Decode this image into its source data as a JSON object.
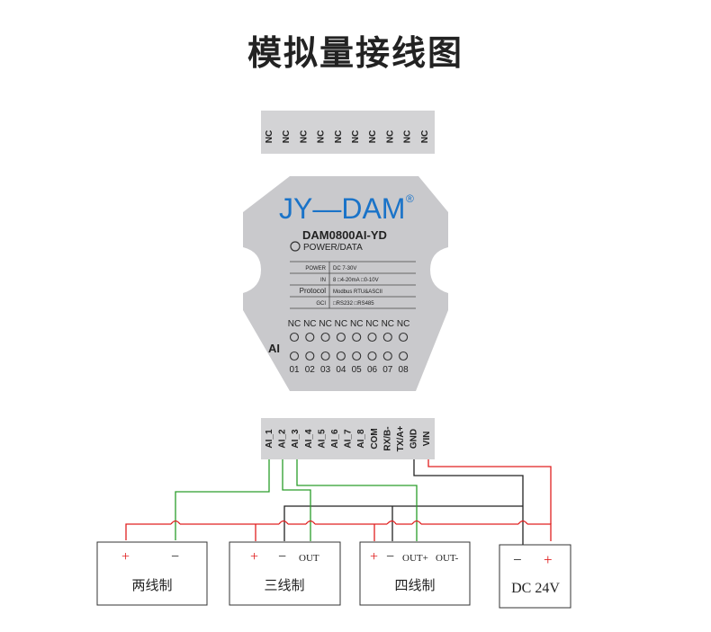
{
  "title": "模拟量接线图",
  "top_terminal": {
    "labels": [
      "NC",
      "NC",
      "NC",
      "NC",
      "NC",
      "NC",
      "NC",
      "NC",
      "NC",
      "NC"
    ]
  },
  "module": {
    "brand": "JY—DAM",
    "registered_mark": "®",
    "model": "DAM0800AI-YD",
    "power_led_label": "POWER/DATA",
    "spec_table": [
      {
        "key": "POWER",
        "value": "DC 7-30V"
      },
      {
        "key": "IN",
        "value": "8  □4-20mA □0-10V"
      },
      {
        "key": "Protocol",
        "value": "Modbus RTU&ASCII"
      },
      {
        "key": "GCI",
        "value": "□RS232   □RS485"
      }
    ],
    "ai_label": "AI",
    "nc_labels": [
      "NC",
      "NC",
      "NC",
      "NC",
      "NC",
      "NC",
      "NC",
      "NC"
    ],
    "channel_numbers": [
      "01",
      "02",
      "03",
      "04",
      "05",
      "06",
      "07",
      "08"
    ]
  },
  "bottom_terminal": {
    "labels": [
      "AI_1",
      "AI_2",
      "AI_3",
      "AI_4",
      "AI_5",
      "AI_6",
      "AI_7",
      "AI_8",
      "COM",
      "RX/B-",
      "TX/A+",
      "GND",
      "VIN"
    ]
  },
  "sensors": [
    {
      "name": "两线制",
      "pins": [
        "+",
        "−"
      ]
    },
    {
      "name": "三线制",
      "pins": [
        "+",
        "−",
        "OUT"
      ]
    },
    {
      "name": "四线制",
      "pins": [
        "+",
        "−",
        "OUT+",
        "OUT-"
      ]
    }
  ],
  "power_supply": {
    "name": "DC 24V",
    "pins": [
      "−",
      "+"
    ]
  },
  "colors": {
    "red": "#e02020",
    "green": "#2a9d2a",
    "black": "#222222",
    "module_gray": "#c9c9cc"
  }
}
